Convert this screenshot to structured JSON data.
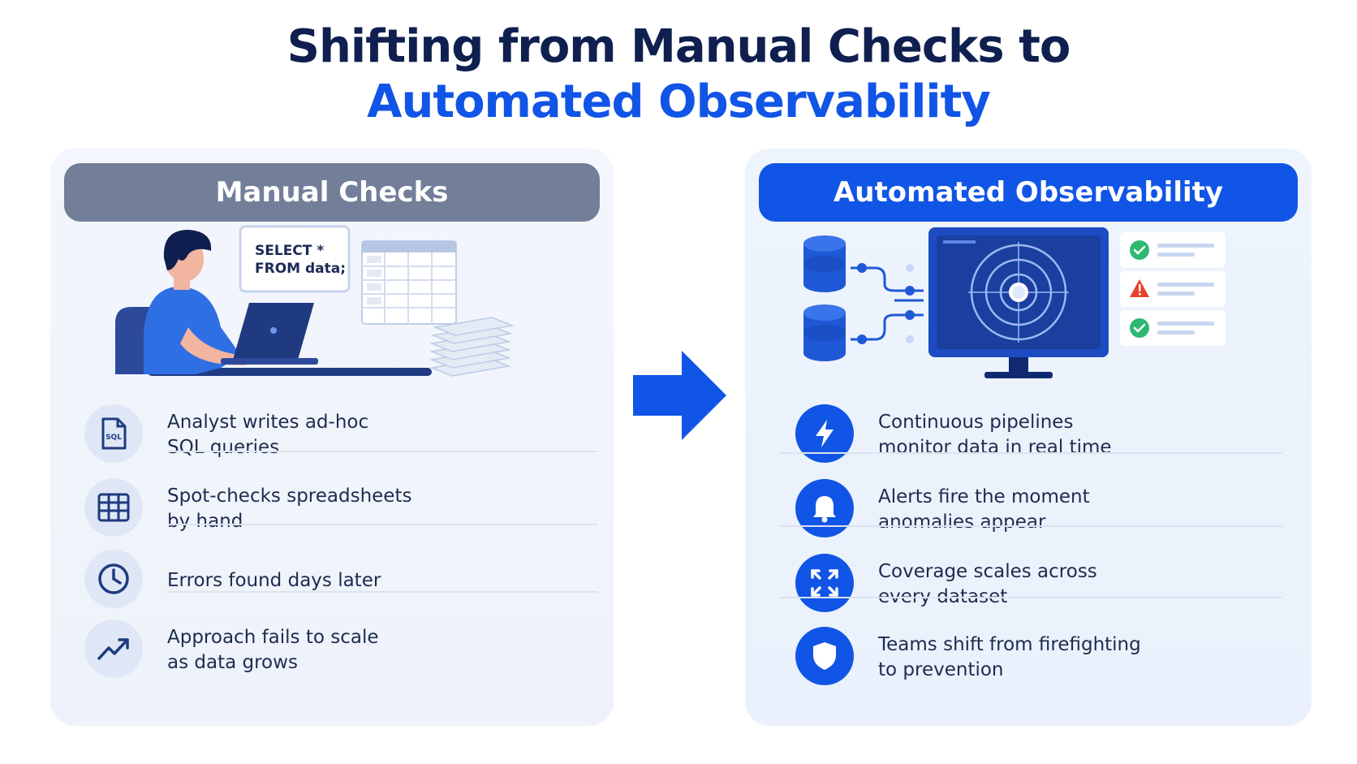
{
  "title": {
    "line1": "Shifting from Manual Checks to",
    "line2": "Automated Observability"
  },
  "left": {
    "header": "Manual Checks",
    "query_line1": "SELECT *",
    "query_line2": "FROM data;",
    "items": [
      {
        "icon": "sql-file-icon",
        "text": "Analyst writes ad-hoc\nSQL queries"
      },
      {
        "icon": "spreadsheet-icon",
        "text": "Spot-checks spreadsheets\nby hand"
      },
      {
        "icon": "clock-icon",
        "text": "Errors found days later"
      },
      {
        "icon": "trend-up-icon",
        "text": "Approach fails to scale\nas data grows"
      }
    ]
  },
  "right": {
    "header": "Automated Observability",
    "items": [
      {
        "icon": "lightning-icon",
        "text": "Continuous pipelines\nmonitor data in real time"
      },
      {
        "icon": "bell-icon",
        "text": "Alerts fire the moment\nanomalies appear"
      },
      {
        "icon": "expand-icon",
        "text": "Coverage scales across\nevery dataset"
      },
      {
        "icon": "shield-icon",
        "text": "Teams shift from firefighting\nto prevention"
      }
    ]
  },
  "colors": {
    "accent": "#1155e6",
    "navy": "#0f1f4f",
    "manual_header": "#737f99",
    "success": "#2eb872",
    "warning": "#e8412c"
  }
}
